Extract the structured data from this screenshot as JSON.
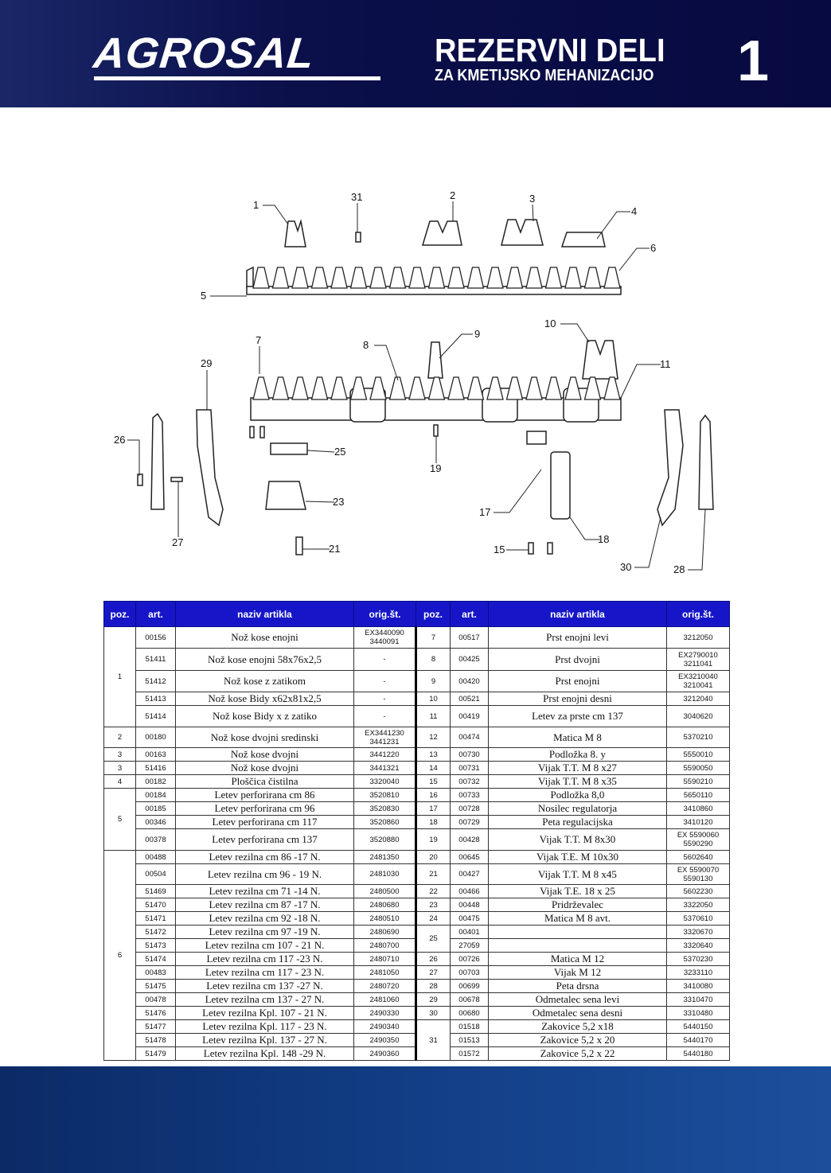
{
  "header": {
    "brand": "AGROSAL",
    "title": "REZERVNI DELI",
    "subtitle": "ZA KMETIJSKO MEHANIZACIJO",
    "page_number": "1"
  },
  "diagram": {
    "callouts": [
      "1",
      "31",
      "2",
      "3",
      "4",
      "6",
      "5",
      "10",
      "9",
      "7",
      "8",
      "29",
      "11",
      "26",
      "25",
      "19",
      "23",
      "17",
      "27",
      "18",
      "15",
      "21",
      "30",
      "28"
    ]
  },
  "table": {
    "columns": [
      "poz.",
      "art.",
      "naziv artikla",
      "orig.št.",
      "poz.",
      "art.",
      "naziv artikla",
      "orig.št."
    ],
    "left": [
      {
        "poz": "1",
        "span": 5,
        "items": [
          {
            "art": "00156",
            "name": "Nož kose enojni",
            "orig": [
              "EX3440090",
              "3440091"
            ]
          },
          {
            "art": "51411",
            "name": "Nož kose enojni 58x76x2,5",
            "orig": [
              "-"
            ]
          },
          {
            "art": "51412",
            "name": "Nož kose z zatikom",
            "orig": [
              "-"
            ]
          },
          {
            "art": "51413",
            "name": "Nož kose  Bidy x62x81x2,5",
            "orig": [
              "-"
            ]
          },
          {
            "art": "51414",
            "name": "Nož kose Bidy x z zatiko",
            "orig": [
              "-"
            ]
          }
        ]
      },
      {
        "poz": "2",
        "items": [
          {
            "art": "00180",
            "name": "Nož kose dvojni sredinski",
            "orig": [
              "EX3441230",
              "3441231"
            ]
          }
        ]
      },
      {
        "poz": "3",
        "items": [
          {
            "art": "00163",
            "name": "Nož kose dvojni",
            "orig": [
              "3441220"
            ]
          }
        ]
      },
      {
        "poz": "3",
        "items": [
          {
            "art": "51416",
            "name": "Nož kose dvojni",
            "orig": [
              "3441321"
            ]
          }
        ]
      },
      {
        "poz": "4",
        "items": [
          {
            "art": "00182",
            "name": "Ploščica čistilna",
            "orig": [
              "3320040"
            ]
          }
        ]
      },
      {
        "poz": "5",
        "items": [
          {
            "art": "00184",
            "name": "Letev perforirana cm 86",
            "orig": [
              "3520810"
            ]
          },
          {
            "art": "00185",
            "name": "Letev perforirana cm 96",
            "orig": [
              "3520830"
            ]
          },
          {
            "art": "00346",
            "name": "Letev perforirana cm 117",
            "orig": [
              "3520860"
            ]
          },
          {
            "art": "00378",
            "name": "Letev perforirana cm 137",
            "orig": [
              "3520880"
            ]
          }
        ]
      },
      {
        "poz": "6",
        "items": [
          {
            "art": "00488",
            "name": "Letev rezilna cm 86 -17 N.",
            "orig": [
              "2481350"
            ]
          },
          {
            "art": "00504",
            "name": "Letev rezilna cm 96 - 19 N.",
            "orig": [
              "2481030"
            ]
          },
          {
            "art": "51469",
            "name": "Letev rezilna cm 71 -14 N.",
            "orig": [
              "2480500"
            ]
          },
          {
            "art": "51470",
            "name": "Letev rezilna cm 87 -17 N.",
            "orig": [
              "2480680"
            ]
          },
          {
            "art": "51471",
            "name": "Letev rezilna cm 92 -18 N.",
            "orig": [
              "2480510"
            ]
          },
          {
            "art": "51472",
            "name": "Letev rezilna cm 97 -19 N.",
            "orig": [
              "2480690"
            ]
          },
          {
            "art": "51473",
            "name": "Letev rezilna cm 107 - 21 N.",
            "orig": [
              "2480700"
            ]
          },
          {
            "art": "51474",
            "name": "Letev rezilna cm 117 -23 N.",
            "orig": [
              "2480710"
            ]
          },
          {
            "art": "00483",
            "name": "Letev rezilna cm 117 - 23 N.",
            "orig": [
              "2481050"
            ]
          },
          {
            "art": "51475",
            "name": "Letev rezilna cm 137 -27 N.",
            "orig": [
              "2480720"
            ]
          },
          {
            "art": "00478",
            "name": "Letev rezilna cm 137 - 27 N.",
            "orig": [
              "2481060"
            ]
          },
          {
            "art": "51476",
            "name": "Letev rezilna Kpl. 107 - 21 N.",
            "orig": [
              "2490330"
            ]
          },
          {
            "art": "51477",
            "name": "Letev rezilna Kpl. 117 - 23 N.",
            "orig": [
              "2490340"
            ]
          },
          {
            "art": "51478",
            "name": "Letev rezilna Kpl. 137 - 27 N.",
            "orig": [
              "2490350"
            ]
          },
          {
            "art": "51479",
            "name": "Letev rezilna Kpl. 148 -29 N.",
            "orig": [
              "2490360"
            ]
          }
        ]
      }
    ],
    "right": [
      {
        "poz": "7",
        "items": [
          {
            "art": "00517",
            "name": "Prst enojni levi",
            "orig": [
              "3212050"
            ]
          }
        ]
      },
      {
        "poz": "8",
        "items": [
          {
            "art": "00425",
            "name": "Prst dvojni",
            "orig": [
              "EX2790010",
              "3211041"
            ]
          }
        ]
      },
      {
        "poz": "9",
        "items": [
          {
            "art": "00420",
            "name": "Prst enojni",
            "orig": [
              "EX3210040",
              "3210041"
            ]
          }
        ]
      },
      {
        "poz": "10",
        "items": [
          {
            "art": "00521",
            "name": "Prst enojni desni",
            "orig": [
              "3212040"
            ]
          }
        ]
      },
      {
        "poz": "11",
        "items": [
          {
            "art": "00419",
            "name": "Letev za prste cm 137",
            "orig": [
              "3040620"
            ]
          }
        ]
      },
      {
        "poz": "12",
        "items": [
          {
            "art": "00474",
            "name": "Matica M 8",
            "orig": [
              "5370210"
            ]
          }
        ]
      },
      {
        "poz": "13",
        "items": [
          {
            "art": "00730",
            "name": "Podložka 8. y",
            "orig": [
              "5550010"
            ]
          }
        ]
      },
      {
        "poz": "14",
        "items": [
          {
            "art": "00731",
            "name": "Vijak T.T. M 8 x27",
            "orig": [
              "5590050"
            ]
          }
        ]
      },
      {
        "poz": "15",
        "items": [
          {
            "art": "00732",
            "name": "Vijak T.T. M 8 x35",
            "orig": [
              "5590210"
            ]
          }
        ]
      },
      {
        "poz": "16",
        "items": [
          {
            "art": "00733",
            "name": "Podložka 8,0",
            "orig": [
              "5650110"
            ]
          }
        ]
      },
      {
        "poz": "17",
        "items": [
          {
            "art": "00728",
            "name": "Nosilec regulatorja",
            "orig": [
              "3410860"
            ]
          }
        ]
      },
      {
        "poz": "18",
        "items": [
          {
            "art": "00729",
            "name": "Peta regulacijska",
            "orig": [
              "3410120"
            ]
          }
        ]
      },
      {
        "poz": "19",
        "items": [
          {
            "art": "00428",
            "name": "Vijak T.T. M  8x30",
            "orig": [
              "EX 5590060",
              "5590290"
            ]
          }
        ]
      },
      {
        "poz": "20",
        "items": [
          {
            "art": "00645",
            "name": "Vijak T.E. M 10x30",
            "orig": [
              "5602640"
            ]
          }
        ]
      },
      {
        "poz": "21",
        "items": [
          {
            "art": "00427",
            "name": "Vijak T.T. M 8 x45",
            "orig": [
              "EX 5590070",
              "5590130"
            ]
          }
        ]
      },
      {
        "poz": "22",
        "items": [
          {
            "art": "00466",
            "name": "Vijak T.E. 18 x 25",
            "orig": [
              "5602230"
            ]
          }
        ]
      },
      {
        "poz": "23",
        "items": [
          {
            "art": "00448",
            "name": "Pridrževalec",
            "orig": [
              "3322050"
            ]
          }
        ]
      },
      {
        "poz": "24",
        "items": [
          {
            "art": "00475",
            "name": "Matica M 8  avt.",
            "orig": [
              "5370610"
            ]
          }
        ]
      },
      {
        "poz": "25",
        "items": [
          {
            "art": "00401",
            "name": "",
            "orig": [
              "3320670"
            ]
          },
          {
            "art": "27059",
            "name": "",
            "orig": [
              "3320640"
            ]
          }
        ]
      },
      {
        "poz": "26",
        "items": [
          {
            "art": "00726",
            "name": "Matica M 12",
            "orig": [
              "5370230"
            ]
          }
        ]
      },
      {
        "poz": "27",
        "items": [
          {
            "art": "00703",
            "name": "Vijak M 12",
            "orig": [
              "3233110"
            ]
          }
        ]
      },
      {
        "poz": "28",
        "items": [
          {
            "art": "00699",
            "name": "Peta drsna",
            "orig": [
              "3410080"
            ]
          }
        ]
      },
      {
        "poz": "29",
        "items": [
          {
            "art": "00678",
            "name": "Odmetalec sena levi",
            "orig": [
              "3310470"
            ]
          }
        ]
      },
      {
        "poz": "30",
        "items": [
          {
            "art": "00680",
            "name": "Odmetalec sena desni",
            "orig": [
              "3310480"
            ]
          }
        ]
      },
      {
        "poz": "31",
        "items": [
          {
            "art": "01518",
            "name": "Zakovice 5,2 x18",
            "orig": [
              "5440150"
            ]
          },
          {
            "art": "01513",
            "name": "Zakovice 5,2 x 20",
            "orig": [
              "5440170"
            ]
          },
          {
            "art": "01572",
            "name": "Zakovice 5,2 x 22",
            "orig": [
              "5440180"
            ]
          }
        ]
      }
    ]
  }
}
